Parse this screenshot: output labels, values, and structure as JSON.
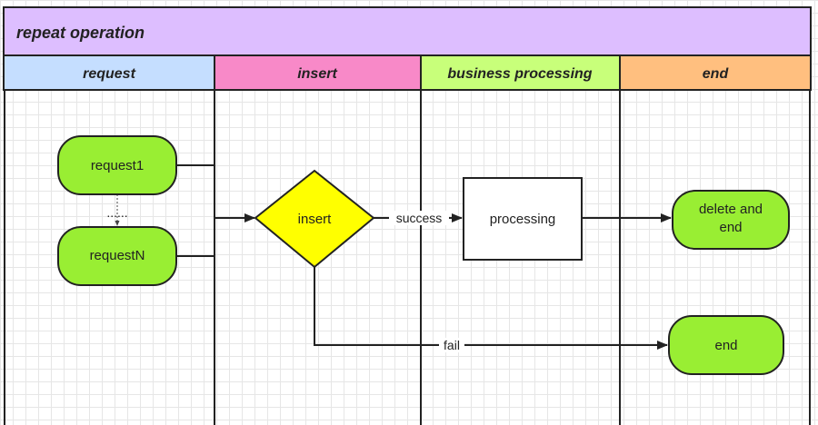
{
  "pool": {
    "title": "repeat operation",
    "color": "#DDBEFF"
  },
  "lanes": [
    {
      "id": "request",
      "title": "request",
      "color": "#C5DEFF"
    },
    {
      "id": "insert",
      "title": "insert",
      "color": "#F889C8"
    },
    {
      "id": "business",
      "title": "business processing",
      "color": "#C8FF7A"
    },
    {
      "id": "end",
      "title": "end",
      "color": "#FFBF7F"
    }
  ],
  "nodes": {
    "request1": {
      "label": "request1",
      "shape": "rounded",
      "color": "#99EE33"
    },
    "requestN": {
      "label": "requestN",
      "shape": "rounded",
      "color": "#99EE33"
    },
    "insert": {
      "label": "insert",
      "shape": "diamond",
      "color": "#FFFF00"
    },
    "processing": {
      "label": "processing",
      "shape": "rectangle",
      "color": "#FFFFFF"
    },
    "delete_end": {
      "label_line1": "delete and",
      "label_line2": "end",
      "shape": "rounded",
      "color": "#99EE33"
    },
    "end": {
      "label": "end",
      "shape": "rounded",
      "color": "#99EE33"
    }
  },
  "edges": [
    {
      "from": "request1",
      "to": "insert",
      "label": ""
    },
    {
      "from": "requestN",
      "to": "insert",
      "label": ""
    },
    {
      "from": "insert",
      "to": "processing",
      "label": "success"
    },
    {
      "from": "processing",
      "to": "delete_end",
      "label": ""
    },
    {
      "from": "insert",
      "to": "end",
      "label": "fail"
    }
  ],
  "ellipsis": "......"
}
